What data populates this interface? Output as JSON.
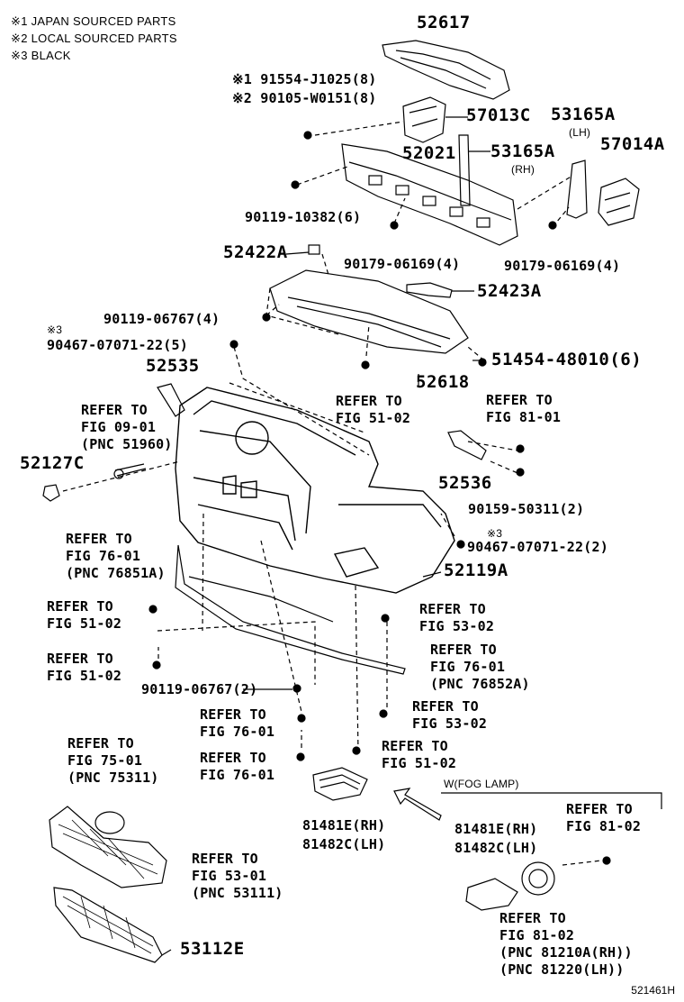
{
  "notes": [
    "※1 JAPAN SOURCED PARTS",
    "※2 LOCAL SOURCED PARTS",
    "※3 BLACK"
  ],
  "parts": {
    "p52617": "52617",
    "p91554": "※1 91554-J1025(8)",
    "p90105": "※2 90105-W0151(8)",
    "p57013": "57013C",
    "p53165lh": "53165A",
    "lh_tag": "(LH)",
    "p57014": "57014A",
    "p52021": "52021",
    "p53165rh": "53165A",
    "rh_tag": "(RH)",
    "p90119a": "90119-10382(6)",
    "p90179a": "90179-06169(4)",
    "p90179b": "90179-06169(4)",
    "p52422": "52422A",
    "p52423": "52423A",
    "p90119b": "90119-06767(4)",
    "note3a": "※3",
    "p90467a": "90467-07071-22(5)",
    "p52535": "52535",
    "p51454": "51454-48010(6)",
    "p52618": "52618",
    "p52127": "52127C",
    "p52536": "52536",
    "p90159": "90159-50311(2)",
    "note3b": "※3",
    "p90467b": "90467-07071-22(2)",
    "p52119": "52119A",
    "p90119c": "90119-06767(2)",
    "p81481a": "81481E(RH)",
    "p81482a": "81482C(LH)",
    "fog": "W(FOG LAMP)",
    "p81481b": "81481E(RH)",
    "p81482b": "81482C(LH)",
    "p53112": "53112E"
  },
  "refs": {
    "r1": [
      "REFER TO",
      "FIG 51-02"
    ],
    "r2": [
      "REFER TO",
      "FIG 81-01"
    ],
    "r3": [
      "REFER TO",
      "FIG 09-01",
      "(PNC 51960)"
    ],
    "r4": [
      "REFER TO",
      "FIG 76-01",
      "(PNC 76851A)"
    ],
    "r5": [
      "REFER TO",
      "FIG 51-02"
    ],
    "r6": [
      "REFER TO",
      "FIG 53-02"
    ],
    "r7": [
      "REFER TO",
      "FIG 51-02"
    ],
    "r8": [
      "REFER TO",
      "FIG 76-01",
      "(PNC 76852A)"
    ],
    "r9": [
      "REFER TO",
      "FIG 53-02"
    ],
    "r10": [
      "REFER TO",
      "FIG 76-01"
    ],
    "r11": [
      "REFER TO",
      "FIG 76-01"
    ],
    "r12": [
      "REFER TO",
      "FIG 51-02"
    ],
    "r13": [
      "REFER TO",
      "FIG 75-01",
      "(PNC 75311)"
    ],
    "r14": [
      "REFER TO",
      "FIG 81-02"
    ],
    "r15": [
      "REFER TO",
      "FIG 53-01",
      "(PNC 53111)"
    ],
    "r16": [
      "REFER TO",
      "FIG 81-02",
      "(PNC 81210A(RH))",
      "(PNC 81220(LH))"
    ]
  },
  "footer_code": "521461H"
}
